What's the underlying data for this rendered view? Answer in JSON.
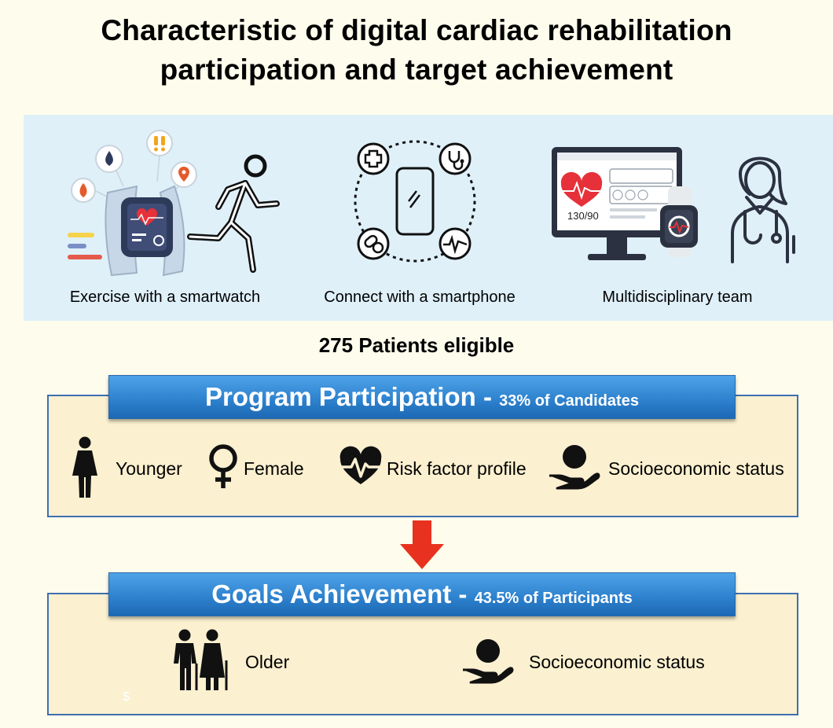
{
  "title": {
    "line1": "Characteristic of digital cardiac rehabilitation",
    "line2": "participation and target achievement"
  },
  "tools": [
    {
      "label": "Exercise with a smartwatch",
      "icon": "smartwatch-runner-icon"
    },
    {
      "label": "Connect with a smartphone",
      "icon": "smartphone-network-icon"
    },
    {
      "label": "Multidisciplinary team",
      "icon": "monitor-doctor-icon"
    }
  ],
  "monitor_readout": "130/90",
  "eligible_text": "275 Patients eligible",
  "participation": {
    "heading": "Program Participation",
    "separator": " - ",
    "subheading": "33% of Candidates",
    "items": [
      {
        "label": "Younger",
        "icon": "person-icon"
      },
      {
        "label": "Female",
        "icon": "female-symbol-icon"
      },
      {
        "label": "Risk factor profile",
        "icon": "heart-pulse-icon"
      },
      {
        "label": "Socioeconomic status",
        "icon": "hand-person-icon"
      }
    ]
  },
  "goals": {
    "heading": "Goals Achievement",
    "separator": " - ",
    "subheading": "43.5% of Participants",
    "items": [
      {
        "label": "Older",
        "icon": "elderly-couple-icon"
      },
      {
        "label": "Socioeconomic status",
        "icon": "hand-person-icon"
      }
    ],
    "footnote_mark": "$"
  },
  "colors": {
    "background": "#fefcec",
    "tools_panel": "#dff0f9",
    "section_fill": "#fbf0d0",
    "section_border": "#3f6fb0",
    "banner_blue": "#2f83cf",
    "arrow_red": "#e8321f",
    "heart_red": "#e6313a"
  }
}
